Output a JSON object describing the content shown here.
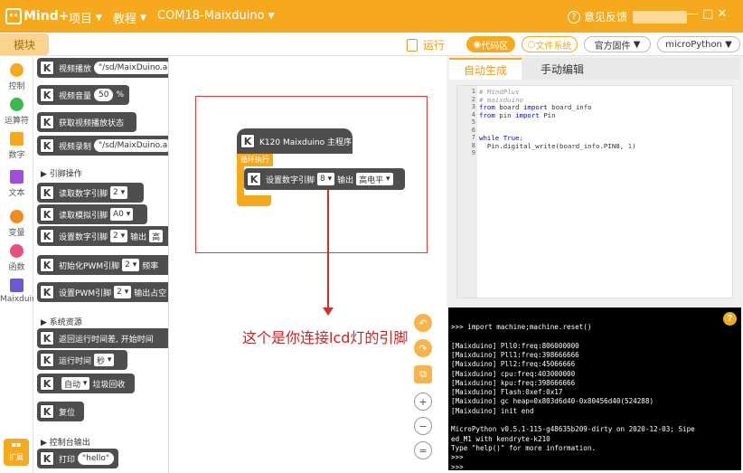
{
  "topbar": {
    "logo_text": "Mind+",
    "menu": [
      {
        "label": "项目"
      },
      {
        "label": "教程"
      },
      {
        "label": "COM18-Maixduino"
      }
    ],
    "account_label": "意见反馈",
    "window_controls": "— □ ✕"
  },
  "toolbar": {
    "blocks_tab": "模块",
    "run_label": "运行",
    "code_area": "代码区",
    "file_system": "文件系统",
    "official_firmware": "官方固件",
    "micropython": "microPython"
  },
  "categories": [
    {
      "label": "控制",
      "color": "#f7a91d"
    },
    {
      "label": "运算符",
      "color": "#3cb94a"
    },
    {
      "label": "数字",
      "color": "#f7a91d"
    },
    {
      "label": "文本",
      "color": "#a050d8"
    },
    {
      "label": "变量",
      "color": "#f08c1e"
    },
    {
      "label": "函数",
      "color": "#e8507a"
    },
    {
      "label": "Maixduino",
      "color": "#6a5acd"
    }
  ],
  "ext_label": "扩展",
  "palette": {
    "video_play": {
      "label": "视频播放",
      "arg": "\"/sd/MaixDuino.a"
    },
    "video_volume": {
      "label": "视频音量",
      "arg": "50",
      "unit": "%"
    },
    "video_state": {
      "label": "获取视频播放状态"
    },
    "video_record": {
      "label": "视频录制",
      "arg": "\"/sd/MaixDuino.a"
    },
    "section_pins": "引脚操作",
    "read_digital": {
      "label": "读取数字引脚",
      "arg": "2"
    },
    "read_analog": {
      "label": "读取模拟引脚",
      "arg": "A0"
    },
    "set_digital": {
      "label": "设置数字引脚",
      "arg": "2",
      "out": "输出",
      "level": "高"
    },
    "init_pwm": {
      "label": "初始化PWM引脚",
      "arg": "2",
      "freq": "频率"
    },
    "set_pwm": {
      "label": "设置PWM引脚",
      "arg": "2",
      "duty": "输出占空"
    },
    "section_sys": "系统资源",
    "runtime": {
      "label": "返回运行时间差, 开始时间"
    },
    "run_time": {
      "label": "运行时间",
      "unit": "秒"
    },
    "gc": {
      "mode": "自动",
      "label": "垃圾回收"
    },
    "reset": {
      "label": "复位"
    },
    "section_console": "控制台输出",
    "print": {
      "label": "打印",
      "arg": "\"hello\""
    }
  },
  "workspace": {
    "main_hat": "K120 Maixduino 主程序",
    "loop_label": "循环执行",
    "set_pin_label": "设置数字引脚",
    "set_pin_value": "8",
    "set_pin_out": "输出",
    "set_pin_level": "高电平",
    "annotation": "这个是你连接lcd灯的引脚"
  },
  "code_tabs": {
    "auto": "自动生成",
    "manual": "手动编辑"
  },
  "code_lines": [
    {
      "n": "1",
      "text": "# MindPlus"
    },
    {
      "n": "2",
      "text": "# maixduino"
    },
    {
      "n": "3",
      "text": "from board import board_info"
    },
    {
      "n": "4",
      "text": "from pin import Pin"
    },
    {
      "n": "5",
      "text": ""
    },
    {
      "n": "6",
      "text": ""
    },
    {
      "n": "7",
      "text": "while True:"
    },
    {
      "n": "8",
      "text": "  Pin.digital_write(board_info.PIN8, 1)"
    },
    {
      "n": "9",
      "text": ""
    }
  ],
  "serial": [
    ">>> import machine;machine.reset()",
    "",
    "[Maixduino] Pll0:freq:806000000",
    "[Maixduino] Pll1:freq:398666666",
    "[Maixduino] Pll2:freq:45066666",
    "[Maixduino] cpu:freq:403000000",
    "[Maixduino] kpu:freq:398666666",
    "[Maixduino] Flash:0xef:0x17",
    "[Maixduino] gc heap=0x803d6d40-0x80456d40(524288)",
    "[Maixduino] init end",
    "",
    "MicroPython v0.5.1-115-g48635b209-dirty on 2020-12-03; Sipe",
    "ed_M1 with kendryte-k210",
    "Type \"help()\" for more information.",
    ">>>",
    ">>>"
  ]
}
